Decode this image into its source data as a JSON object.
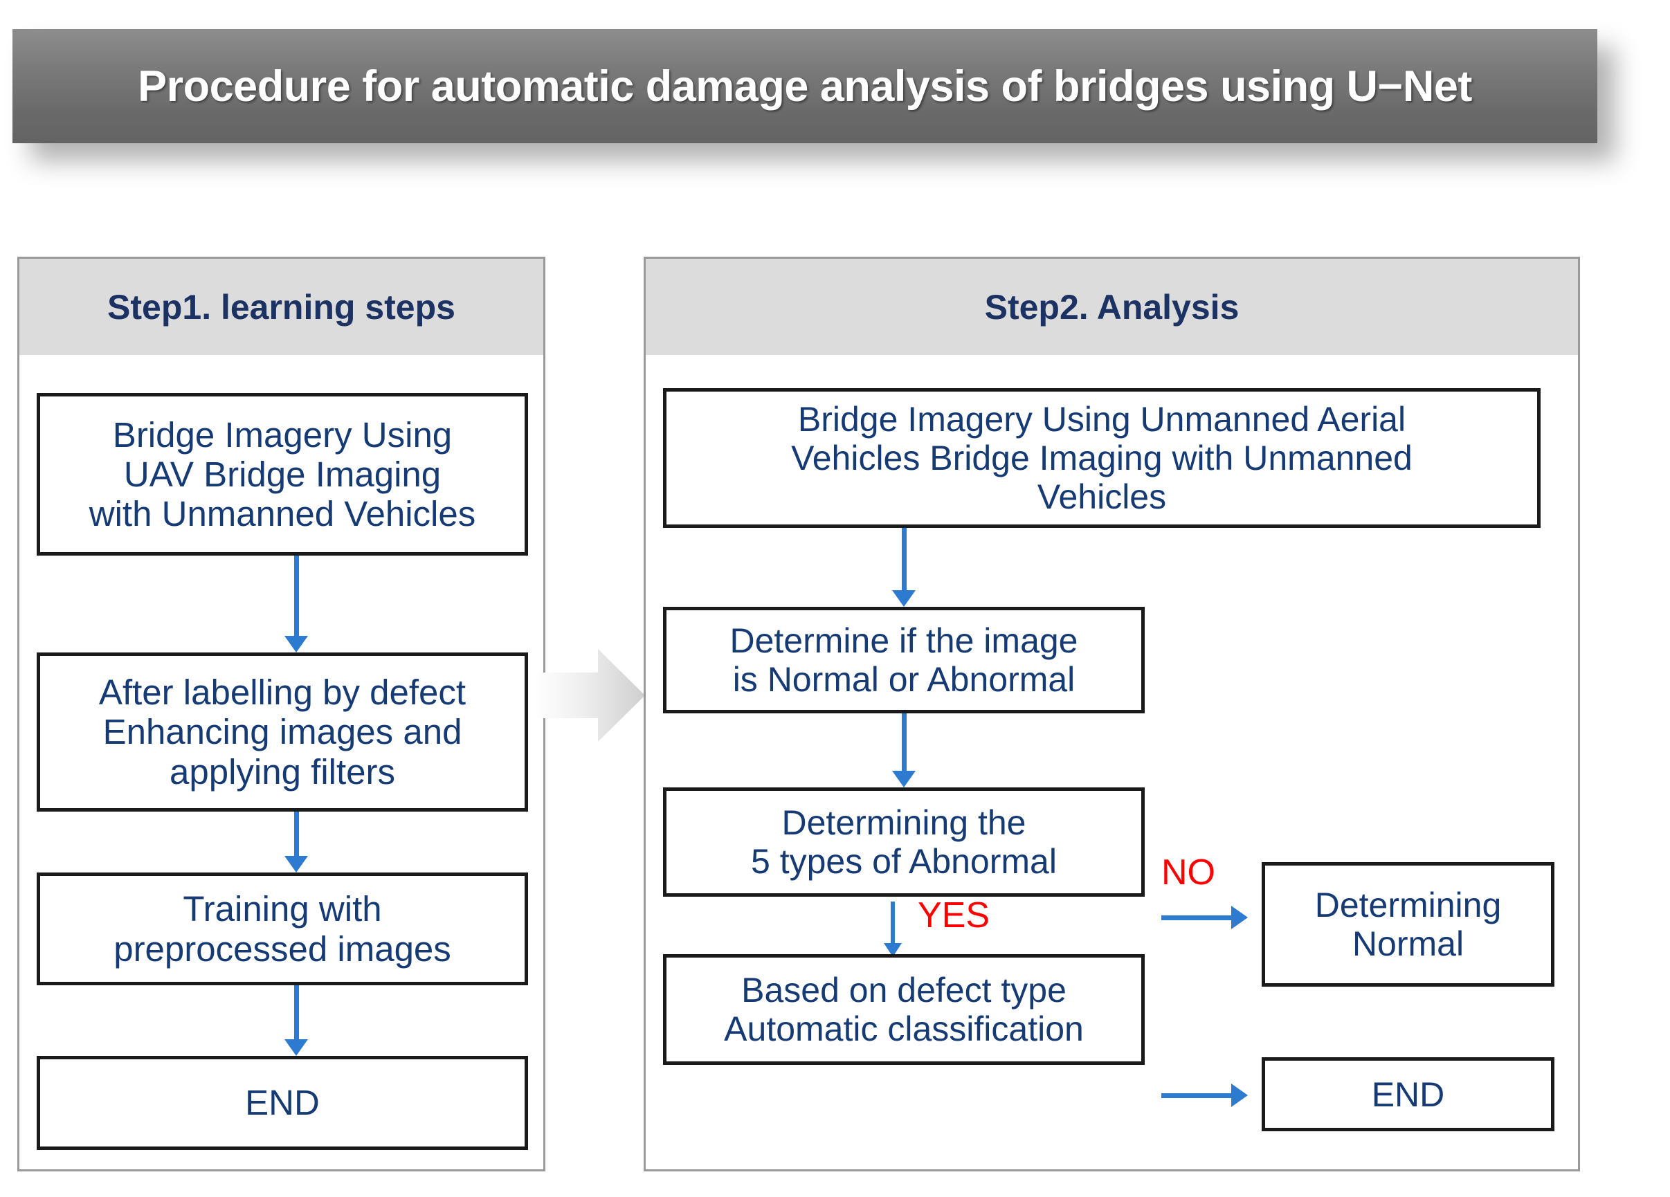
{
  "title": {
    "text": "Procedure for automatic damage analysis of bridges using U−Net"
  },
  "panels": [
    {
      "id": "step1",
      "header": "Step1. learning steps",
      "nodes": [
        {
          "id": "l1",
          "lines": [
            "Bridge Imagery Using",
            "UAV Bridge Imaging",
            "with Unmanned Vehicles"
          ]
        },
        {
          "id": "l2",
          "lines": [
            "After labelling by defect",
            "Enhancing images and",
            "applying filters"
          ]
        },
        {
          "id": "l3",
          "lines": [
            "Training with",
            "preprocessed images"
          ]
        },
        {
          "id": "l4",
          "lines": [
            "END"
          ]
        }
      ]
    },
    {
      "id": "step2",
      "header": "Step2. Analysis",
      "nodes": [
        {
          "id": "r1",
          "lines": [
            "Bridge Imagery Using Unmanned Aerial",
            "Vehicles Bridge Imaging with Unmanned",
            "Vehicles"
          ]
        },
        {
          "id": "r2",
          "lines": [
            "Determine if the image",
            "is Normal or Abnormal"
          ]
        },
        {
          "id": "r3",
          "lines": [
            "Determining the",
            "5 types of Abnormal"
          ]
        },
        {
          "id": "r4",
          "lines": [
            "Based on defect type",
            "Automatic classification"
          ]
        },
        {
          "id": "r5",
          "lines": [
            "Determining",
            "Normal"
          ]
        },
        {
          "id": "r6",
          "lines": [
            "END"
          ]
        }
      ]
    }
  ],
  "branch_labels": {
    "no": "NO",
    "yes": "YES"
  },
  "colors": {
    "node_text": "#163a73",
    "header_text": "#1b3263",
    "arrow_blue": "#2c7bd0",
    "branch_red": "#ff0000",
    "header_band": "#dcdcdc",
    "panel_border": "#9a9a9a",
    "title_band_dark": "#636363"
  },
  "icons": {
    "stage_connector": "right-block-arrow-icon"
  }
}
